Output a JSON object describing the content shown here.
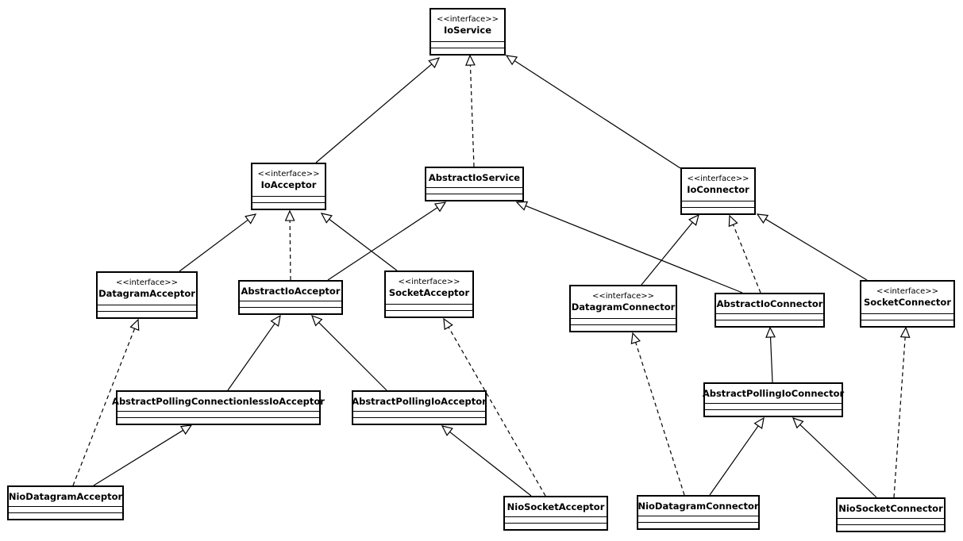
{
  "stereotype": "<<interface>>",
  "classes": [
    {
      "id": "IoService",
      "name": "IoService",
      "interface": true
    },
    {
      "id": "IoAcceptor",
      "name": "IoAcceptor",
      "interface": true
    },
    {
      "id": "AbstractIoService",
      "name": "AbstractIoService",
      "interface": false
    },
    {
      "id": "IoConnector",
      "name": "IoConnector",
      "interface": true
    },
    {
      "id": "DatagramAcceptor",
      "name": "DatagramAcceptor",
      "interface": true
    },
    {
      "id": "AbstractIoAcceptor",
      "name": "AbstractIoAcceptor",
      "interface": false
    },
    {
      "id": "SocketAcceptor",
      "name": "SocketAcceptor",
      "interface": true
    },
    {
      "id": "DatagramConnector",
      "name": "DatagramConnector",
      "interface": true
    },
    {
      "id": "AbstractIoConnector",
      "name": "AbstractIoConnector",
      "interface": false
    },
    {
      "id": "SocketConnector",
      "name": "SocketConnector",
      "interface": true
    },
    {
      "id": "AbstractPollingConnectionlessIoAcceptor",
      "name": "AbstractPollingConnectionlessIoAcceptor",
      "interface": false
    },
    {
      "id": "AbstractPollingIoAcceptor",
      "name": "AbstractPollingIoAcceptor",
      "interface": false
    },
    {
      "id": "AbstractPollingIoConnector",
      "name": "AbstractPollingIoConnector",
      "interface": false
    },
    {
      "id": "NioDatagramAcceptor",
      "name": "NioDatagramAcceptor",
      "interface": false
    },
    {
      "id": "NioSocketAcceptor",
      "name": "NioSocketAcceptor",
      "interface": false
    },
    {
      "id": "NioDatagramConnector",
      "name": "NioDatagramConnector",
      "interface": false
    },
    {
      "id": "NioSocketConnector",
      "name": "NioSocketConnector",
      "interface": false
    }
  ],
  "relations": [
    {
      "from": "IoAcceptor",
      "to": "IoService",
      "kind": "generalization"
    },
    {
      "from": "AbstractIoService",
      "to": "IoService",
      "kind": "realization"
    },
    {
      "from": "IoConnector",
      "to": "IoService",
      "kind": "generalization"
    },
    {
      "from": "DatagramAcceptor",
      "to": "IoAcceptor",
      "kind": "generalization"
    },
    {
      "from": "AbstractIoAcceptor",
      "to": "IoAcceptor",
      "kind": "realization"
    },
    {
      "from": "SocketAcceptor",
      "to": "IoAcceptor",
      "kind": "generalization"
    },
    {
      "from": "AbstractIoAcceptor",
      "to": "AbstractIoService",
      "kind": "generalization"
    },
    {
      "from": "AbstractIoConnector",
      "to": "AbstractIoService",
      "kind": "generalization"
    },
    {
      "from": "DatagramConnector",
      "to": "IoConnector",
      "kind": "generalization"
    },
    {
      "from": "AbstractIoConnector",
      "to": "IoConnector",
      "kind": "realization"
    },
    {
      "from": "SocketConnector",
      "to": "IoConnector",
      "kind": "generalization"
    },
    {
      "from": "AbstractPollingConnectionlessIoAcceptor",
      "to": "AbstractIoAcceptor",
      "kind": "generalization"
    },
    {
      "from": "AbstractPollingIoAcceptor",
      "to": "AbstractIoAcceptor",
      "kind": "generalization"
    },
    {
      "from": "AbstractPollingIoConnector",
      "to": "AbstractIoConnector",
      "kind": "generalization"
    },
    {
      "from": "NioDatagramAcceptor",
      "to": "DatagramAcceptor",
      "kind": "realization"
    },
    {
      "from": "NioDatagramAcceptor",
      "to": "AbstractPollingConnectionlessIoAcceptor",
      "kind": "generalization"
    },
    {
      "from": "NioSocketAcceptor",
      "to": "AbstractPollingIoAcceptor",
      "kind": "generalization"
    },
    {
      "from": "NioSocketAcceptor",
      "to": "SocketAcceptor",
      "kind": "realization"
    },
    {
      "from": "NioDatagramConnector",
      "to": "DatagramConnector",
      "kind": "realization"
    },
    {
      "from": "NioDatagramConnector",
      "to": "AbstractPollingIoConnector",
      "kind": "generalization"
    },
    {
      "from": "NioSocketConnector",
      "to": "AbstractPollingIoConnector",
      "kind": "generalization"
    },
    {
      "from": "NioSocketConnector",
      "to": "SocketConnector",
      "kind": "realization"
    }
  ]
}
